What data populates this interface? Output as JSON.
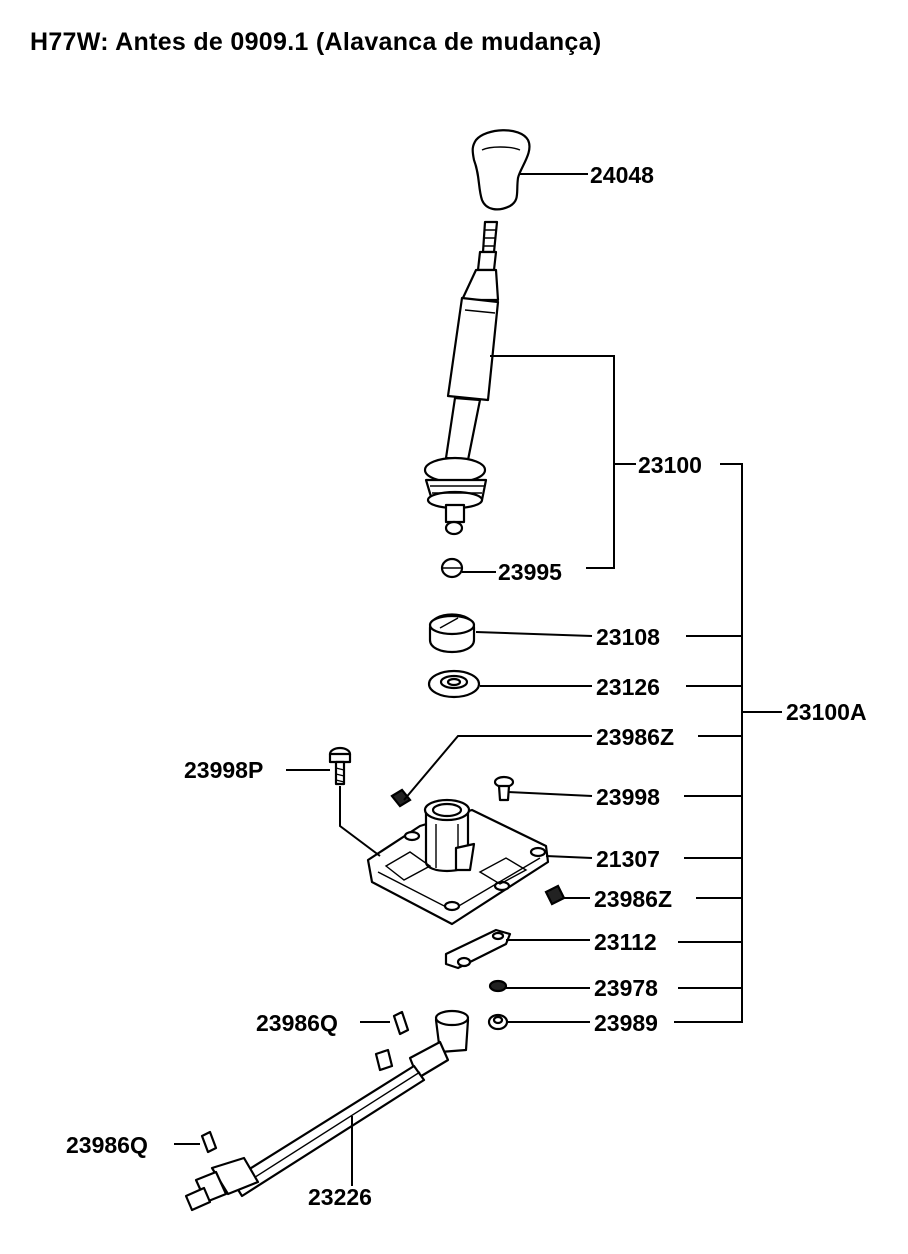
{
  "title": "H77W: Antes de 0909.1 (Alavanca de mudança)",
  "parts": {
    "p24048": "24048",
    "p23100": "23100",
    "p23995": "23995",
    "p23108": "23108",
    "p23126": "23126",
    "p23100A": "23100A",
    "p23986Z_a": "23986Z",
    "p23998": "23998",
    "p23998P": "23998P",
    "p21307": "21307",
    "p23986Z_b": "23986Z",
    "p23112": "23112",
    "p23978": "23978",
    "p23986Q_a": "23986Q",
    "p23989": "23989",
    "p23986Q_b": "23986Q",
    "p23226": "23226"
  }
}
